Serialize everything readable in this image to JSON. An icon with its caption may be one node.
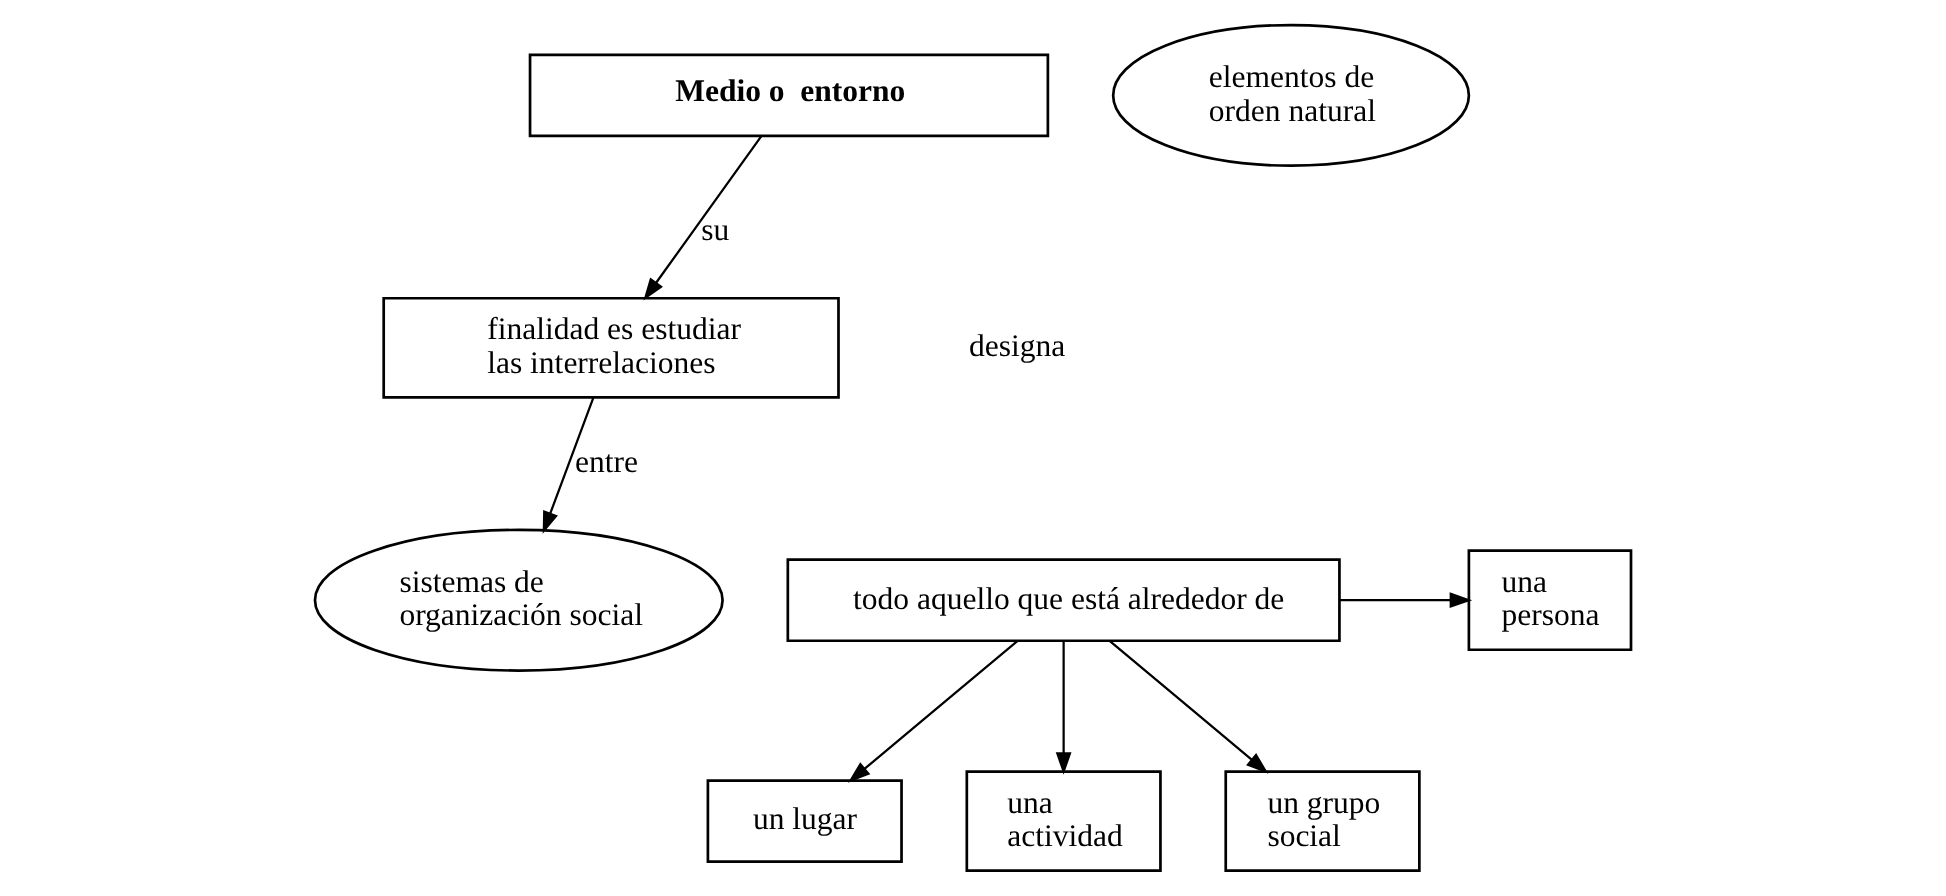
{
  "diagram": {
    "nodes": [
      {
        "text": [
          "Medio o  entorno"
        ]
      },
      {
        "text": [
          "todo aquello que está alrededor de"
        ]
      },
      {
        "text": [
          "una persona"
        ]
      },
      {
        "text": [
          "un lugar"
        ]
      },
      {
        "text": [
          "una actividad"
        ]
      },
      {
        "text": [
          "un grupo social"
        ]
      },
      {
        "text": [
          "finalidad es estudiar las interrelaciones"
        ]
      },
      {
        "text": [
          "elementos de orden natural"
        ]
      },
      {
        "text": [
          "sistemas de organización social"
        ]
      }
    ],
    "edges": [
      {
        "from": 0,
        "to": 6,
        "arrow": "to",
        "label": "su"
      },
      {
        "from": 1,
        "to": 2,
        "arrow": "to"
      },
      {
        "from": 1,
        "to": 3,
        "arrow": "to"
      },
      {
        "from": 1,
        "to": 4,
        "arrow": "to"
      },
      {
        "from": 1,
        "to": 5,
        "arrow": "to"
      },
      {
        "from": 6,
        "to": 8,
        "arrow": "to",
        "label": "entre"
      }
    ],
    "labels": [
      "designa"
    ]
  }
}
